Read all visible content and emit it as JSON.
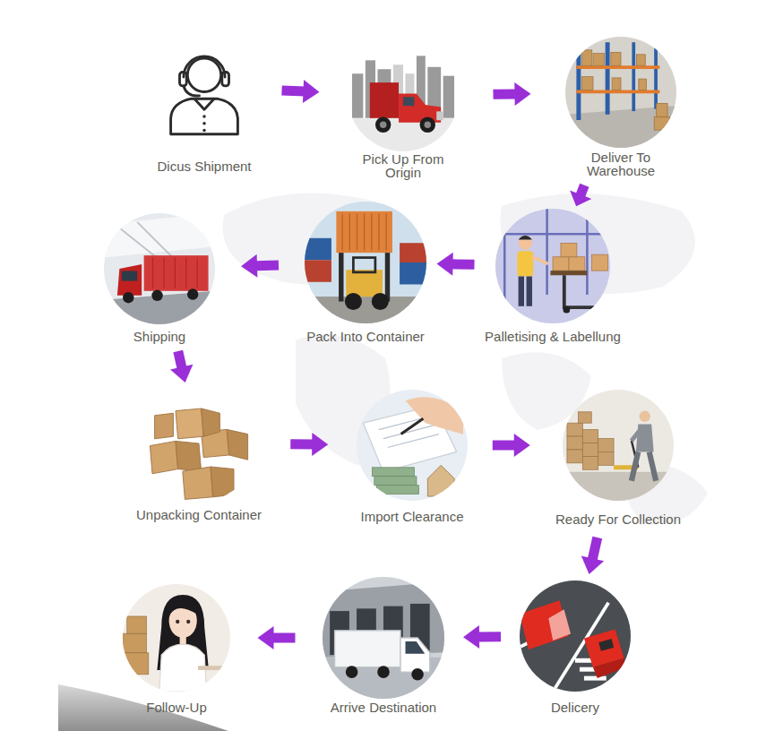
{
  "diagram": {
    "nodes": [
      {
        "text": [
          "Dicus Shipment"
        ]
      },
      {
        "text": [
          "Pick Up From Origin"
        ]
      },
      {
        "text": [
          "Deliver To Warehouse"
        ]
      },
      {
        "text": [
          "Palletising & Labellung"
        ]
      },
      {
        "text": [
          "Pack Into Container"
        ]
      },
      {
        "text": [
          "Shipping"
        ]
      },
      {
        "text": [
          "Unpacking Container"
        ]
      },
      {
        "text": [
          "Import Clearance"
        ]
      },
      {
        "text": [
          "Ready For Collection"
        ]
      },
      {
        "text": [
          "Delicery"
        ]
      },
      {
        "text": [
          "Arrive Destination"
        ]
      },
      {
        "text": [
          "Follow-Up"
        ]
      }
    ],
    "edges": [
      {
        "from": 0,
        "to": 1,
        "arrow": "to"
      },
      {
        "from": 1,
        "to": 2,
        "arrow": "to"
      },
      {
        "from": 2,
        "to": 3,
        "arrow": "to"
      },
      {
        "from": 3,
        "to": 4,
        "arrow": "to"
      },
      {
        "from": 4,
        "to": 5,
        "arrow": "to"
      },
      {
        "from": 5,
        "to": 6,
        "arrow": "to"
      },
      {
        "from": 6,
        "to": 7,
        "arrow": "to"
      },
      {
        "from": 7,
        "to": 8,
        "arrow": "to"
      },
      {
        "from": 8,
        "to": 9,
        "arrow": "to"
      },
      {
        "from": 9,
        "to": 10,
        "arrow": "to"
      },
      {
        "from": 10,
        "to": 11,
        "arrow": "to"
      }
    ]
  }
}
